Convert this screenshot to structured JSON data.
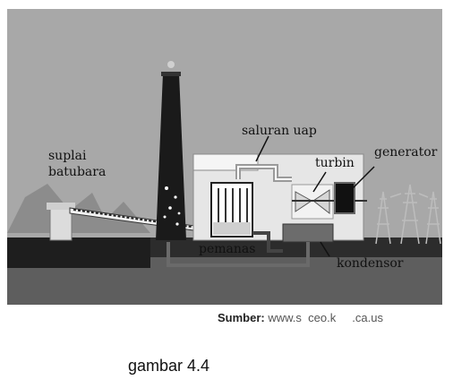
{
  "labels": {
    "coal_supply": [
      "suplai",
      "batubara"
    ],
    "steam_channel": "saluran uap",
    "turbine": "turbin",
    "generator": "generator",
    "heater": "pemanas",
    "condenser": "kondensor"
  },
  "source": {
    "prefix": "Sumber:",
    "url": "www.s  ceo.k     .ca.us"
  },
  "caption": "gambar 4.4",
  "colors": {
    "sky": "#a8a8a8",
    "ground_dark": "#3a3a3a",
    "building": "#e2e2e2",
    "chimney": "#1a1a1a"
  }
}
